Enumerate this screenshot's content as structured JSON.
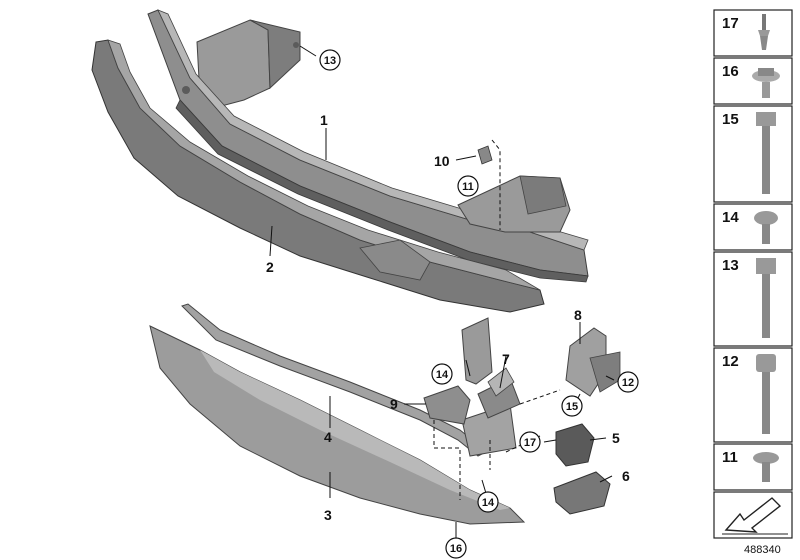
{
  "diagram": {
    "callouts": [
      "1",
      "2",
      "3",
      "4",
      "5",
      "6",
      "7",
      "8",
      "9",
      "10"
    ],
    "circled": [
      "13",
      "11",
      "14",
      "12",
      "15",
      "17",
      "14",
      "16"
    ],
    "side_panel": [
      "17",
      "16",
      "15",
      "14",
      "13",
      "12",
      "11"
    ],
    "drawing_number": "488340",
    "colors": {
      "part_fill": "#8e8e8e",
      "part_dark": "#5f5f5f",
      "part_light": "#b5b5b5",
      "panel_border": "#222222"
    }
  }
}
